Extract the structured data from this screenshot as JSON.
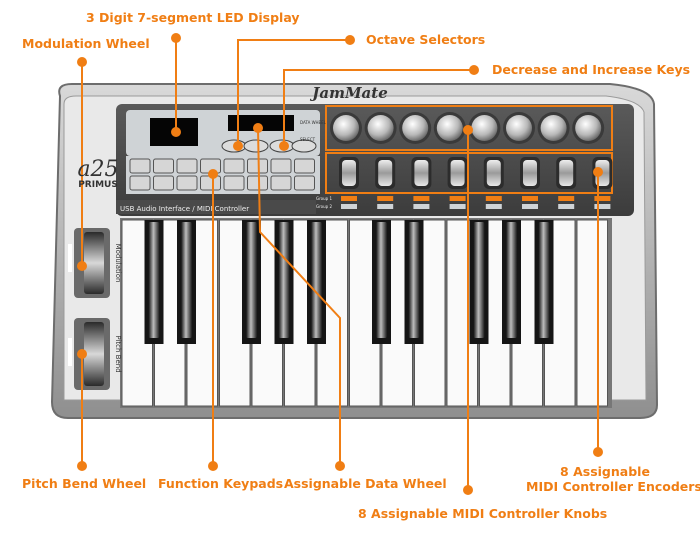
{
  "brand": "JamMate",
  "model": "a25",
  "series": "PRIMUS",
  "panel_caption": "USB  Audio Interface / MIDI Controller",
  "wheel_labels": {
    "modulation": "Modulation",
    "pitch_bend": "Pitch Bend"
  },
  "data_buttons": [
    "DATA WHEEL",
    "SELECT"
  ],
  "group_labels": [
    "Group 1",
    "Group 2"
  ],
  "accent_color": "#f07e14",
  "knob_count": 8,
  "encoder_count": 8,
  "callouts": {
    "led_display": "3 Digit 7-segment LED Display",
    "modulation_wheel": "Modulation Wheel",
    "octave_selectors": "Octave Selectors",
    "dec_inc_keys": "Decrease and Increase Keys",
    "pitch_bend_wheel": "Pitch Bend Wheel",
    "function_keypads": "Function Keypads",
    "data_wheel": "Assignable Data Wheel",
    "encoders_line1": "8 Assignable",
    "encoders_line2": "MIDI Controller Encoders",
    "knobs": "8 Assignable MIDI Controller Knobs"
  }
}
